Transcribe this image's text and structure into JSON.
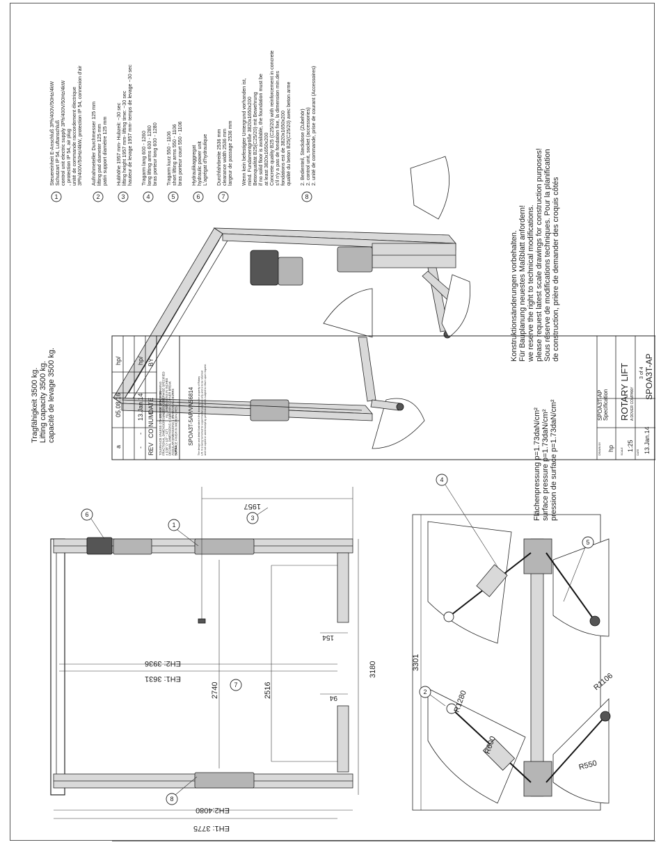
{
  "capacity_lines": [
    "Tragfähigkeit 3500 kg.",
    "Lifting capacity 3500 kg.",
    "capacité de levage 3500 kg."
  ],
  "notes": [
    {
      "num": "1",
      "lines": [
        "Steuereinheit E-Anschluß 3Ph/400V/50Hz/4kW",
        "Schutzart IP 54, Luftanschluß",
        "control unit electric supply 3Ph/400V/50Hz/4kW",
        ", protection IP 54, air plug",
        "unité de commande raccordement électrique",
        "3Ph/400V/50Hz/4kW, protection IP 54, connexion d'air"
      ]
    },
    {
      "num": "2",
      "lines": [
        "Aufnahmeteller Durchmesser 125 mm",
        "lifting pad diameter 125 mm",
        "patin support diamètre 125 mm"
      ]
    },
    {
      "num": "3",
      "lines": [
        "Hubhöhe 1957 mm- Hubzeit: ~30 sec",
        "lifting height 1957 mm- lifting time: ~30 sec",
        "hauteur de levage 1957 mm- temps de levage ~30 sec"
      ]
    },
    {
      "num": "4",
      "lines": [
        "Tragarm lang 600 - 1260",
        "long lifting arms 600 - 1280",
        "bras porteur long 600 - 1280"
      ]
    },
    {
      "num": "5",
      "lines": [
        "Tragarm kurz 550 - 1106",
        "short lifting arms 550 - 1106",
        "bras porteur court 550 - 1106"
      ]
    },
    {
      "num": "6",
      "lines": [
        "Hydraulikaggregat",
        "hydraulic power unit",
        "L'agrégat d'hydraulique"
      ]
    },
    {
      "num": "7",
      "lines": [
        "Durchfahrbreite 2536 mm",
        "clearance width 2536 mm",
        "largeur de passage 2536 mm"
      ]
    },
    {
      "num": "",
      "lines": [
        "Wenn kein befestigter Untergrund vorhanden ist,",
        "mind. Fundamentgröße 3820x1650x200",
        "Betonqualität B25(C25/20) mit Bewehrung",
        "if no solid floor is available, the foundation must be",
        "at least 3820x1650x200",
        "Concrete quality B25 (C25/20) with reinforcement in concrete",
        "s'il n'y a pas de fondation fixe, la dimension min.des",
        "fondations est de 3820x1650x200",
        "qualité du beton B25(C25/20) avec beton arme"
      ]
    },
    {
      "num": "8",
      "lines": [
        "2. Bedienteil, Steckdose (Zubehör)",
        "2. control unit, socket  (accessories)",
        "2. unité de commande, prise de courant (Accessoires)"
      ]
    }
  ],
  "changes_notice": [
    "Konstruktionsänderungen vorbehalten.",
    "Für Bauplanung neuestes Maßblatt anfordern!",
    "we reserve the right to technical modifications.",
    "please request latest scale drawings for construction purposes!",
    "Sous réserve de modifications techniques. Pour la planification",
    "de construction, prière de demander des croquis côtés"
  ],
  "pressure_lines": [
    "Flächenpressung   p=1.73daN/cm²",
    "surface pressure   p=1.73daN/cm²",
    "pression de surface p=1.73daN/cm²"
  ],
  "dimensions": {
    "lift_height": "1957",
    "pad_offset_top": "154",
    "pad_offset_bottom": "94",
    "eh2_inner": "EH2: 3936",
    "eh1_inner": "EH1: 3631",
    "inner_2740": "2740",
    "clearance_2516": "2516",
    "overall_3180": "3180",
    "floor_3301": "3301",
    "eh2_outer": "EH2:4080",
    "eh1_outer": "EH1: 3775",
    "r_1280": "R1280",
    "r_600": "R600",
    "r_1106": "R1106",
    "r_550": "R550"
  },
  "callouts": {
    "c1": "1",
    "c2": "2",
    "c3": "3",
    "c4": "4",
    "c5": "5",
    "c6": "6",
    "c7": "7",
    "c8": "8"
  },
  "title_block": {
    "tolerance": [
      "TOLERANCE UNLESS OTHERWISE SPECIFIED",
      "FRACTIONAL DIMENSIONS ± 1/32\" (= 1/2\")",
      "± 1/16\" (> 1/2\" - 12\")",
      "DECIMAL DIMENSIONS  ± .010\"",
      "ANGULAR DIMENSIONS  ± 1°",
      "SURFACE FINISH IN MICROINCHES"
    ],
    "notes_label": "NOTES",
    "scale_note": [
      "DO NOT SCALE DRAWING",
      "UNLESS OTHERWISE SPECIFIED",
      "ALL DIMENSIONS IN INCHES",
      "1/32 MIN. CORNER BREAK",
      "REMOVE ALL BURRS"
    ],
    "doc_number": "SPOA3T-5AP/VAS6814",
    "confidential": [
      "The design and detail illustrated in this drawing is the property of Rotary",
      "Lift. It is being furnished for experimental purposes only and is to be returned",
      "and not copied or used except by permission and is subject to return upon request."
    ],
    "spec_title": "SPOA3T-AP",
    "spec_subtitle": "Specification",
    "company": "ROTARY LIFT",
    "company_sub": "A DOVER COMPANY",
    "sheet": "3 of 4",
    "drawn_by_label": "DRAWN BY",
    "drawn_by": "hp",
    "scale_label": "SCALE",
    "scale": "1:25",
    "date_label": "DATE",
    "date": "13.Jan.14",
    "part_no": "SPOA3T-AP",
    "revisions": [
      {
        "rev": "a",
        "co": "-",
        "date": "05.08.16",
        "by": "hp/"
      },
      {
        "rev": "-",
        "co": "-",
        "date": "13.Jan.14",
        "by": "hp/"
      }
    ],
    "rev_headers": {
      "rev": "REV",
      "co": "CO NUM",
      "date": "DATE",
      "by": "BY"
    }
  }
}
